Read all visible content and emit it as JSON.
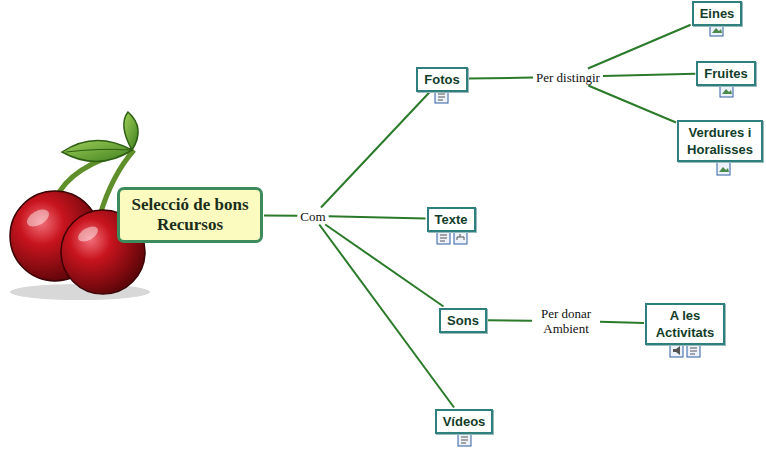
{
  "diagram": {
    "nodes": [
      {
        "text": [
          "Selecció de bons Recursos"
        ]
      },
      {
        "text": [
          "Com"
        ]
      },
      {
        "text": [
          "Fotos"
        ]
      },
      {
        "text": [
          "Per distingir"
        ]
      },
      {
        "text": [
          "Eines"
        ]
      },
      {
        "text": [
          "Fruites"
        ]
      },
      {
        "text": [
          "Verdures i Horalisses"
        ]
      },
      {
        "text": [
          "Texte"
        ]
      },
      {
        "text": [
          "Sons"
        ]
      },
      {
        "text": [
          "Per donar Ambient"
        ]
      },
      {
        "text": [
          "A les Activitats"
        ]
      },
      {
        "text": [
          "Vídeos"
        ]
      }
    ],
    "edges": [
      {
        "from": 0,
        "to": 1,
        "arrow": "none"
      },
      {
        "from": 1,
        "to": 2,
        "arrow": "none"
      },
      {
        "from": 1,
        "to": 7,
        "arrow": "none"
      },
      {
        "from": 1,
        "to": 8,
        "arrow": "none"
      },
      {
        "from": 1,
        "to": 11,
        "arrow": "none"
      },
      {
        "from": 2,
        "to": 3,
        "arrow": "none"
      },
      {
        "from": 3,
        "to": 4,
        "arrow": "none"
      },
      {
        "from": 3,
        "to": 5,
        "arrow": "none"
      },
      {
        "from": 3,
        "to": 6,
        "arrow": "none"
      },
      {
        "from": 8,
        "to": 9,
        "arrow": "none"
      },
      {
        "from": 9,
        "to": 10,
        "arrow": "none"
      }
    ]
  }
}
